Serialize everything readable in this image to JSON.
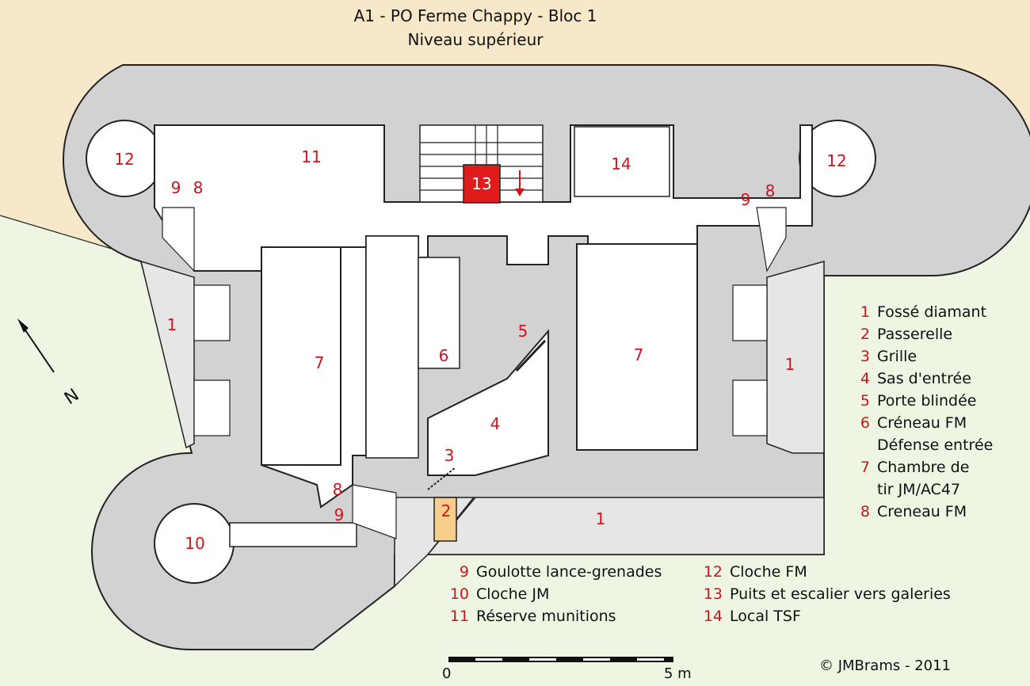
{
  "title": "A1 - PO Ferme Chappy - Bloc 1",
  "subtitle": "Niveau supérieur",
  "north_label": "N",
  "labels": {
    "l1a": "1",
    "l1b": "1",
    "l1c": "1",
    "l2": "2",
    "l3": "3",
    "l4": "4",
    "l5": "5",
    "l6": "6",
    "l7a": "7",
    "l7b": "7",
    "l8a": "8",
    "l8b": "8",
    "l8c": "8",
    "l9a": "9",
    "l9b": "9",
    "l9c": "9",
    "l10": "10",
    "l11": "11",
    "l12a": "12",
    "l12b": "12",
    "l13": "13",
    "l14": "14"
  },
  "legend_right": [
    {
      "num": "1",
      "text": "Fossé diamant"
    },
    {
      "num": "2",
      "text": "Passerelle"
    },
    {
      "num": "3",
      "text": "Grille"
    },
    {
      "num": "4",
      "text": "Sas d'entrée"
    },
    {
      "num": "5",
      "text": "Porte blindée"
    },
    {
      "num": "6",
      "text": "Créneau FM"
    },
    {
      "num": "",
      "text": "Défense entrée"
    },
    {
      "num": "7",
      "text": "Chambre de"
    },
    {
      "num": "",
      "text": "tir JM/AC47"
    },
    {
      "num": "8",
      "text": "Creneau FM"
    }
  ],
  "legend_bottom_left": [
    {
      "num": "9",
      "text": "Goulotte lance-grenades"
    },
    {
      "num": "10",
      "text": "Cloche JM"
    },
    {
      "num": "11",
      "text": "Réserve munitions"
    }
  ],
  "legend_bottom_right": [
    {
      "num": "12",
      "text": "Cloche FM"
    },
    {
      "num": "13",
      "text": "Puits et escalier vers galeries"
    },
    {
      "num": "14",
      "text": "Local TSF"
    }
  ],
  "scale": {
    "start": "0",
    "end": "5 m"
  },
  "copyright": "©  JMBrams  -  2011",
  "colors": {
    "sky": "#f6e8c8",
    "ground": "#eef5e3",
    "concrete": "#d2d2d2",
    "ditch": "#e6e6e6",
    "room": "#ffffff",
    "shaft": "#e01b1b",
    "walkway": "#f7cf8a",
    "label": "#d1131b"
  }
}
